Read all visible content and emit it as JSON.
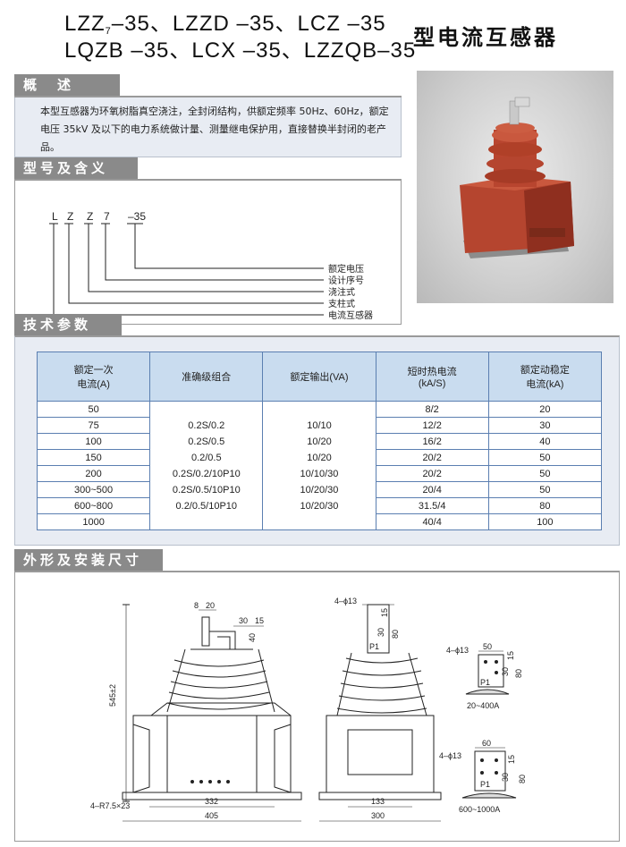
{
  "title": {
    "line1": [
      "LZZ",
      "7",
      "–35、LZZD –35、LCZ –35"
    ],
    "line2": "LQZB –35、LCX –35、LZZQB–35",
    "suffix": "型电流互感器"
  },
  "overview": {
    "heading": "概　述",
    "text": "本型互感器为环氧树脂真空浇注，全封闭结构，供额定频率 50Hz、60Hz，额定电压 35kV 及以下的电力系统做计量、测量继电保护用，直接替换半封闭的老产品。"
  },
  "model": {
    "heading": "型号及含义",
    "code": [
      "L",
      "Z",
      "Z",
      "7",
      "–35"
    ],
    "meanings": [
      "额定电压",
      "设计序号",
      "浇注式",
      "支柱式",
      "电流互感器"
    ]
  },
  "specs": {
    "heading": "技术参数",
    "headers": [
      "额定一次\n电流(A)",
      "准确级组合",
      "额定输出(VA)",
      "短时热电流\n(kA/S)",
      "额定动稳定\n电流(kA)"
    ],
    "currents": [
      "50",
      "75",
      "100",
      "150",
      "200",
      "300~500",
      "600~800",
      "1000"
    ],
    "accuracy": [
      "0.2S/0.2",
      "0.2S/0.5",
      "0.2/0.5",
      "0.2S/0.2/10P10",
      "0.2S/0.5/10P10",
      "0.2/0.5/10P10"
    ],
    "outputs": [
      "10/10",
      "10/20",
      "10/20",
      "10/10/30",
      "10/20/30",
      "10/20/30"
    ],
    "thermal": [
      "8/2",
      "12/2",
      "16/2",
      "20/2",
      "20/2",
      "20/4",
      "31.5/4",
      "40/4"
    ],
    "dynamic": [
      "20",
      "30",
      "40",
      "50",
      "50",
      "50",
      "80",
      "100"
    ]
  },
  "dimensions": {
    "heading": "外形及安装尺寸",
    "front": {
      "d8": "8",
      "d20": "20",
      "d30": "30",
      "d15": "15",
      "d40": "40",
      "height": "545±2",
      "holes": "4–R7.5×23",
      "w332": "332",
      "w405": "405"
    },
    "side": {
      "holes": "4–ϕ13",
      "d30": "30",
      "d15": "15",
      "d80": "80",
      "p1": "P1",
      "w133": "133",
      "w300": "300"
    },
    "term1": {
      "holes": "4–ϕ13",
      "d50": "50",
      "d15": "15",
      "d30": "30",
      "d80": "80",
      "p1": "P1",
      "range": "20~400A"
    },
    "term2": {
      "holes": "4–ϕ13",
      "d60": "60",
      "d15": "15",
      "d30": "30",
      "d80": "80",
      "p1": "P1",
      "range": "600~1000A"
    }
  }
}
